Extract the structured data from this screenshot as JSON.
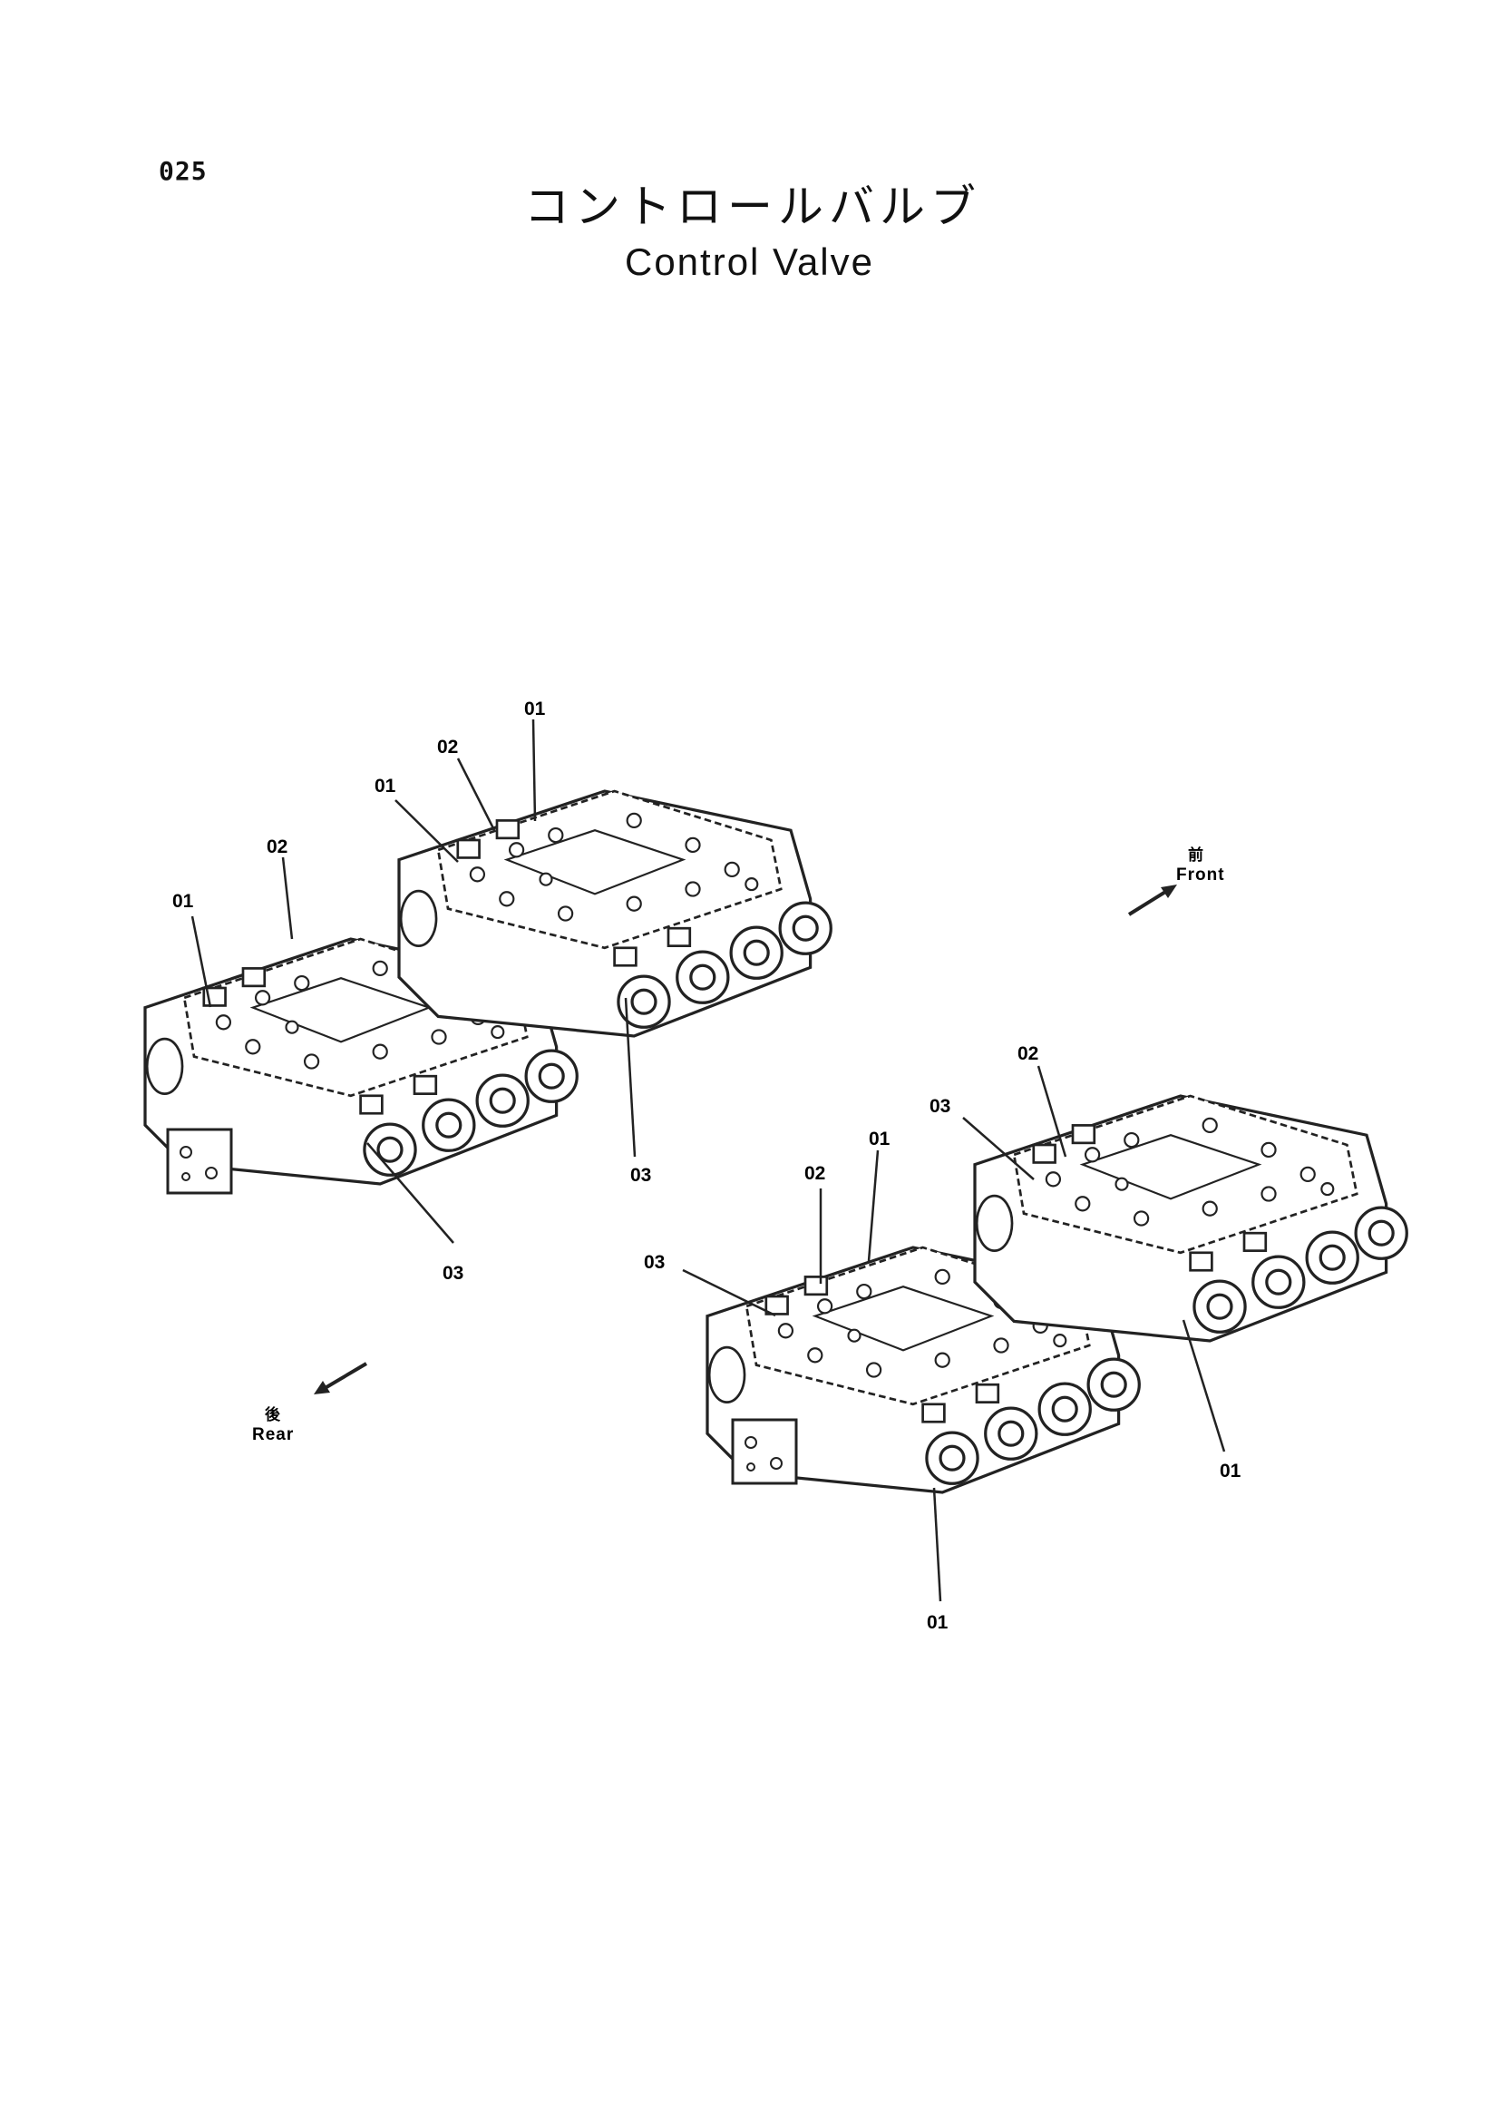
{
  "page": {
    "number": "025",
    "title_jp": "コントロールバルブ",
    "title_en": "Control Valve"
  },
  "callouts": {
    "v1_01": "01",
    "v1_02": "02",
    "v1_03": "03",
    "v2_01a": "01",
    "v2_02": "02",
    "v2_01b": "01",
    "v2_03": "03",
    "v3_02": "02",
    "v3_03": "03",
    "v3_01": "01",
    "v4_03": "03",
    "v4_02": "02",
    "v4_01a": "01",
    "v4_01b": "01"
  },
  "directions": {
    "front_jp": "前",
    "front_en": "Front",
    "rear_jp": "後",
    "rear_en": "Rear"
  }
}
